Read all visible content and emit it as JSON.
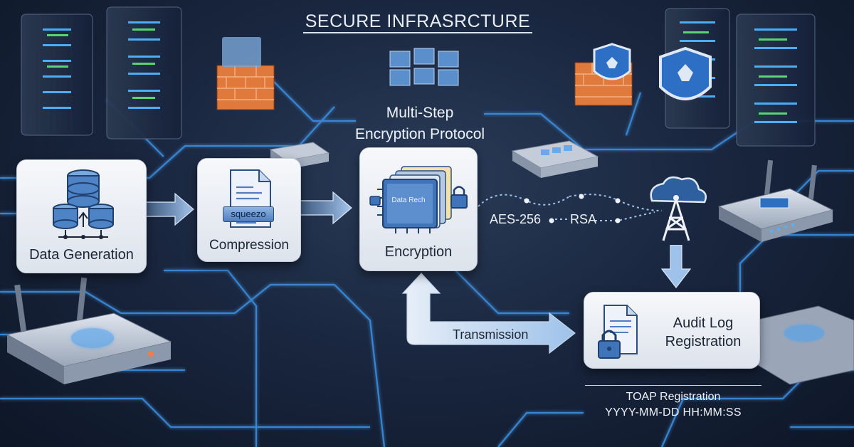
{
  "heading": {
    "title": "SECURE INFRASRCTURE",
    "subtitle_line1": "Multi-Step",
    "subtitle_line2": "Encryption Protocol"
  },
  "steps": [
    {
      "id": "data-generation",
      "label": "Data Generation",
      "icon": "database-icon"
    },
    {
      "id": "compression",
      "label": "Compression",
      "icon": "compressed-document-icon",
      "tag": "squeezo"
    },
    {
      "id": "encryption",
      "label": "Encryption",
      "icon": "encrypted-chip-icon",
      "tag": "Data Rech"
    },
    {
      "id": "audit-log",
      "label_line1": "Audit Log",
      "label_line2": "Registration",
      "icon": "locked-document-icon"
    }
  ],
  "flow": {
    "transmission_label": "Transmission",
    "ciphers": [
      "AES-256",
      "RSA"
    ]
  },
  "timestamp": {
    "title": "TOAP Registration",
    "format": "YYYY-MM-DD HH:MM:SS"
  },
  "colors": {
    "background": "#1a2740",
    "circuit_glow": "#3d8fe0",
    "card": "#eef1f6",
    "arrow": "#9ec2ea",
    "firewall": "#e07a3c",
    "shield": "#2d6fc4"
  }
}
